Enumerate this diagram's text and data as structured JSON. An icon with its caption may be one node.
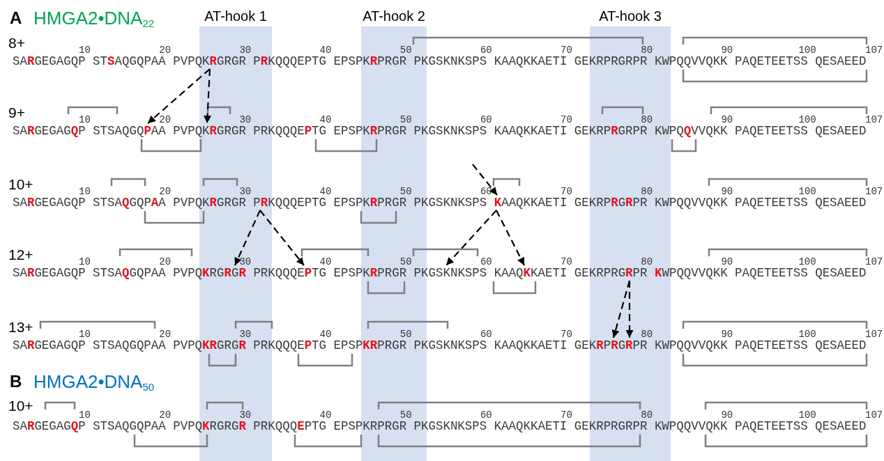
{
  "diagram": {
    "nodes": [
      {
        "text": [
          "SA**R**GEGAGQP ST**S**AQGQPAA PVPQK**R**GRGR P**R**KQQQEPTG EPSPK**R**PRGR PKGSKNKSPS KAAQKKAETI GEKRPRGRPR KWPQQVVQKK PAQETEETSS QESAEED"
        ],
        "beside": [
          "8+",
          "10",
          "20",
          "30",
          "40",
          "50",
          "60",
          "70",
          "80",
          "90",
          "100",
          "107"
        ]
      },
      {
        "text": [
          "SA**R**GEGAG**Q**P STSAQGQ**P**AA PVPQK**R**GRGR PRKQQQE**P**TG EPSPK**R**PRGR PKGSKNKSPS KAAQKKAETI GEKRP**R**GRPR KWPQ**Q**VVQKK PAQETEETSS QESAEED"
        ],
        "beside": [
          "9+",
          "10",
          "20",
          "30",
          "40",
          "50",
          "60",
          "70",
          "80",
          "90",
          "100",
          "107"
        ]
      },
      {
        "text": [
          "SA**R**GEGAGQP STSA**Q**GQP**A**A PVPQK**R**GRGR P**R**KQQQEPTG EPSPK**R**PRGR PKGSKNKSPS **K**AAQKKAETI GEKRP**R**G**R**PR KWPQQVVQKK PAQETEETSS QESAEED"
        ],
        "beside": [
          "10+",
          "10",
          "20",
          "30",
          "40",
          "50",
          "60",
          "70",
          "80",
          "90",
          "100",
          "107"
        ]
      },
      {
        "text": [
          "SA**R**GEGAGQP STSA**Q**GQPAA PVPQ**K**RG**R**G**R** PRKQQQE**P**TG EPSPK**R**PRGR PKGSKNKSPS KAAQ**K**KAETI GEKRPRG**R**PR **K**WPQQVVQKK PAQETEETSS QESAEED"
        ],
        "beside": [
          "12+",
          "10",
          "20",
          "30",
          "40",
          "50",
          "60",
          "70",
          "80",
          "90",
          "100",
          "107"
        ]
      },
      {
        "text": [
          "SA**R**GEGAGQP STSAQGQPAA PVPQ**KR**GRG**R** PRKQQQE**P**TG EPSP**KR**PRGR PKGSKNKSPS KAAQKKAETI GEK**R**P**R**G**R**PR KWPQQVVQKK PAQETEETSS QESAEED"
        ],
        "beside": [
          "13+",
          "10",
          "20",
          "30",
          "40",
          "50",
          "60",
          "70",
          "80",
          "90",
          "100",
          "107"
        ]
      },
      {
        "text": [
          "SA**R**GEGAG**Q**P STSAQGQPAA PVPQ**K**RGRG**R** PRKQQQ**E**PTG EPSPKRPRGR PKGSKNKSPS KAAQKKAETI GEKRPRGRPR KWPQQVVQKK PAQETEETSS QESAEED"
        ],
        "beside": [
          "10+",
          "10",
          "20",
          "30",
          "40",
          "50",
          "60",
          "70",
          "80",
          "90",
          "100",
          "107"
        ]
      }
    ],
    "edges": [
      {
        "from": 0,
        "to": 1,
        "arrow": "to",
        "style": "dashed"
      },
      {
        "from": 0,
        "to": 1,
        "arrow": "to",
        "style": "dashed"
      },
      {
        "from": null,
        "to": 2,
        "arrow": "to",
        "style": "dashed"
      },
      {
        "from": 2,
        "to": 3,
        "arrow": "to",
        "style": "dashed"
      },
      {
        "from": 2,
        "to": 3,
        "arrow": "to",
        "style": "dashed"
      },
      {
        "from": 2,
        "to": 3,
        "arrow": "to",
        "style": "dashed"
      },
      {
        "from": 2,
        "to": 3,
        "arrow": "to",
        "style": "dashed"
      },
      {
        "from": 3,
        "to": 4,
        "arrow": "to",
        "style": "dashed"
      },
      {
        "from": 3,
        "to": 4,
        "arrow": "to",
        "style": "dashed"
      }
    ],
    "labels": [
      "A",
      "HMGA2•DNA$_{22}$",
      "AT-hook 1",
      "AT-hook 2",
      "AT-hook 3",
      "B",
      "HMGA2•DNA$_{50}$"
    ]
  }
}
